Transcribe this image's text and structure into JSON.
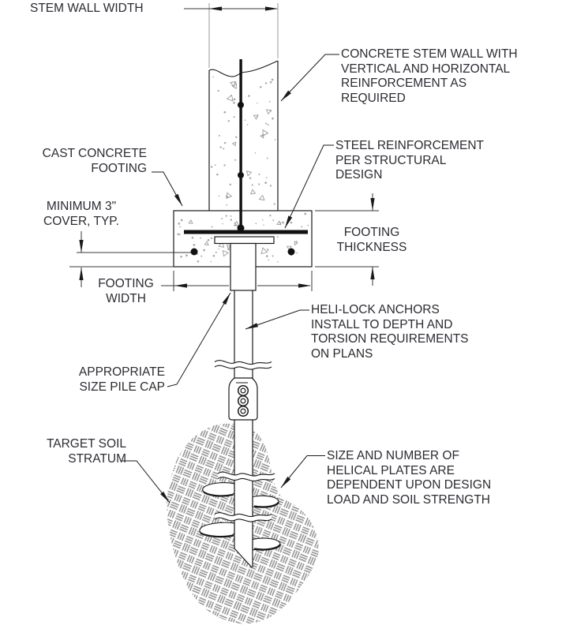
{
  "diagram": {
    "title_hint": "helical pile foundation detail",
    "colors": {
      "background": "#ffffff",
      "line": "#1a1a1a",
      "text": "#2b2b33",
      "hatch": "#8d8d8d",
      "stipple": "#a8a8a8"
    },
    "labels": {
      "stem_wall_width": "STEM WALL WIDTH",
      "concrete_stem_wall": "CONCRETE STEM WALL WITH\nVERTICAL AND HORIZONTAL\nREINFORCEMENT AS\nREQUIRED",
      "cast_concrete_footing": "CAST CONCRETE\nFOOTING",
      "minimum_cover": "MINIMUM 3\"\nCOVER, TYP.",
      "steel_reinforcement": "STEEL REINFORCEMENT\nPER STRUCTURAL\nDESIGN",
      "footing_thickness": "FOOTING\nTHICKNESS",
      "footing_width": "FOOTING\nWIDTH",
      "pile_cap": "APPROPRIATE\nSIZE PILE CAP",
      "heli_lock": "HELI-LOCK ANCHORS\nINSTALL TO DEPTH AND\nTORSION REQUIREMENTS\nON PLANS",
      "target_soil": "TARGET SOIL\nSTRATUM",
      "helical_plates": "SIZE AND NUMBER OF\nHELICAL PLATES ARE\nDEPENDENT UPON DESIGN\nLOAD AND SOIL STRENGTH"
    }
  }
}
